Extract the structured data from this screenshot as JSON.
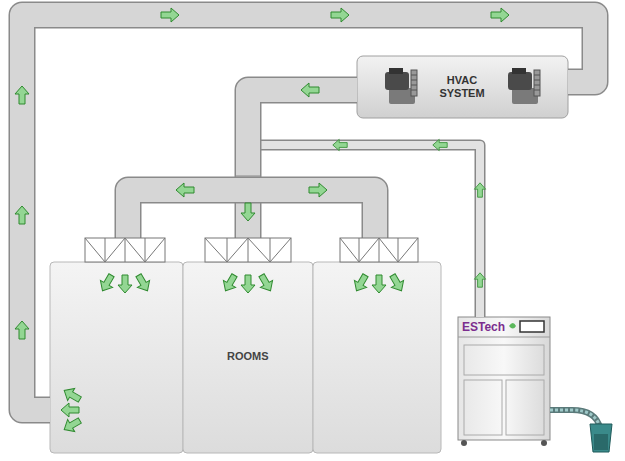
{
  "diagram": {
    "nodes": [
      {
        "text": [
          "HVAC SYSTEM"
        ]
      },
      {
        "text": [
          "ROOMS"
        ]
      },
      {
        "text": [
          "ESTech"
        ]
      }
    ],
    "edges": [
      {
        "from": 1,
        "to": 0,
        "arrow": "to"
      },
      {
        "from": 0,
        "to": 1,
        "arrow": "to"
      },
      {
        "from": 2,
        "to": 1,
        "arrow": "to"
      }
    ]
  }
}
